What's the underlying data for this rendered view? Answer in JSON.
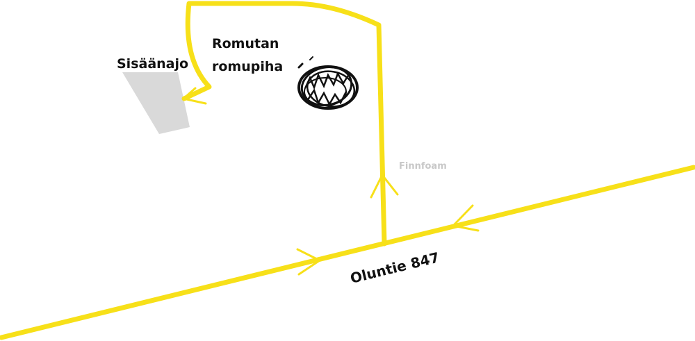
{
  "labels": {
    "entrance": "Sisäänajo",
    "destination_line1": "Romutan",
    "destination_line2": "romupiha",
    "road": "Oluntie 847",
    "business": "Finnfoam"
  },
  "colors": {
    "route": "#f7e019",
    "entrance_area": "#d9d9d9",
    "label_text": "#111111",
    "business_text": "#c8c8c8",
    "background": "#ffffff"
  },
  "icons": {
    "destination_marker": "tire-pile-icon"
  }
}
